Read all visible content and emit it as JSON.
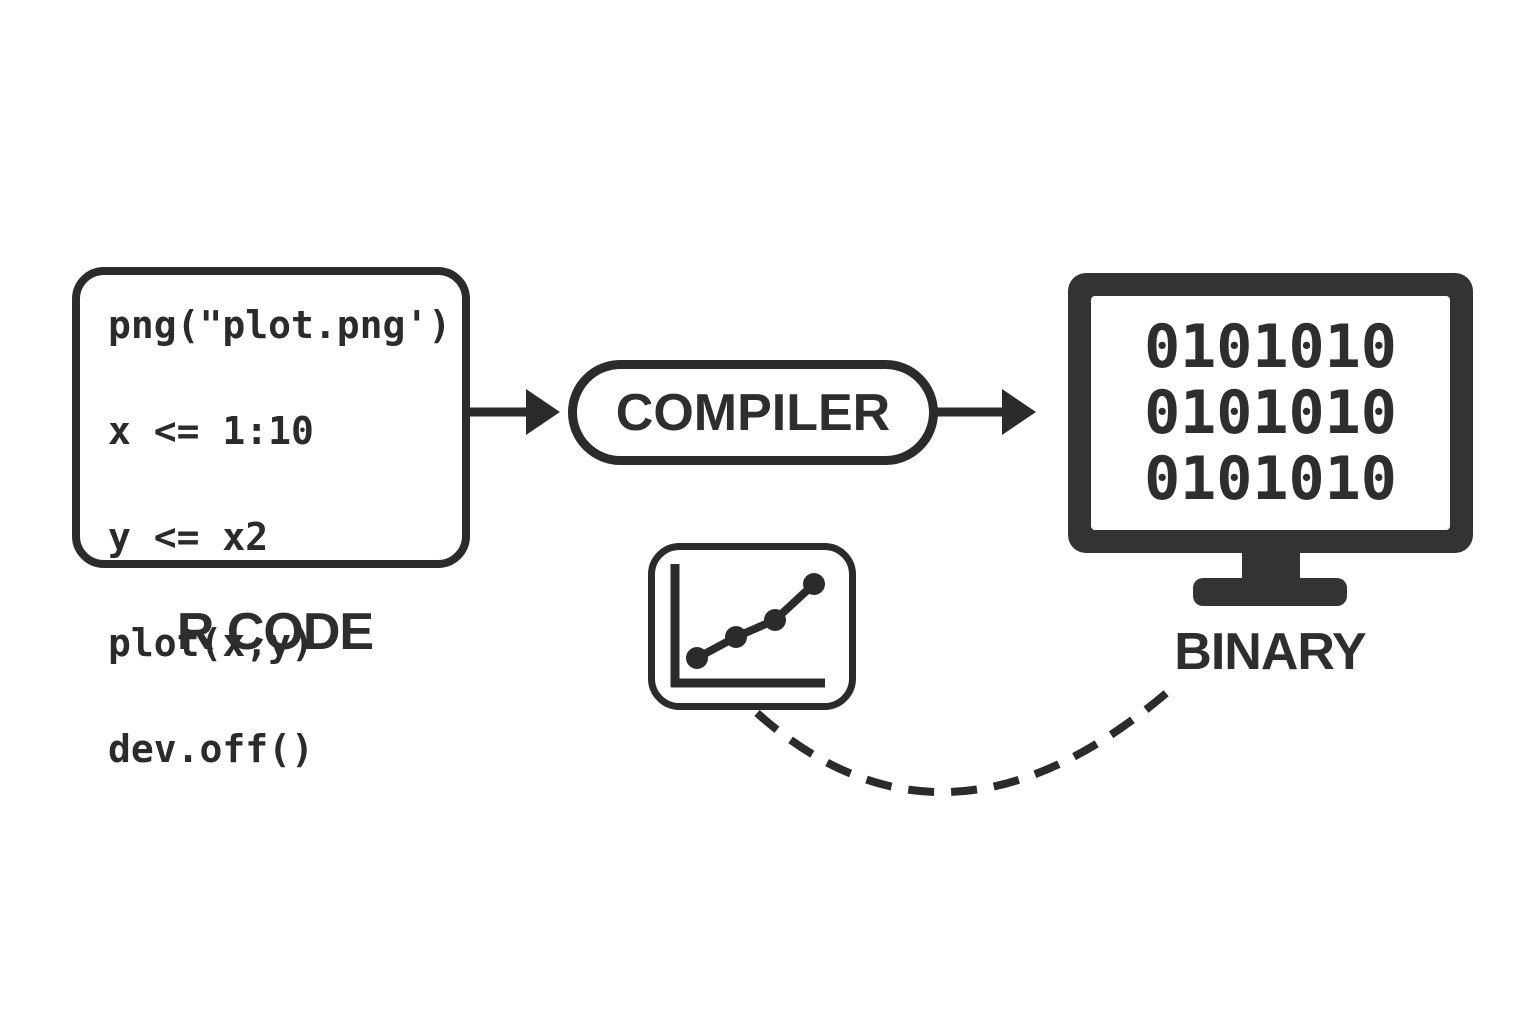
{
  "colors": {
    "background": "#ffffff",
    "ink": "#2b2b2b",
    "monitor_fill": "#333333"
  },
  "r_code": {
    "label": "R CODE",
    "lines": [
      "png(\"plot.png')",
      "x <= 1:10",
      "y <= x2",
      "plot(x,y)",
      "dev.off()"
    ]
  },
  "compiler": {
    "label": "COMPILER"
  },
  "binary": {
    "label": "BINARY",
    "screen_lines": [
      "0101010",
      "0101010",
      "0101010"
    ]
  },
  "icons": {
    "arrow_right": "arrow-right-icon",
    "line_chart": "line-chart-icon",
    "monitor": "monitor-icon",
    "dashed_connector": "dashed-curve-connector"
  }
}
